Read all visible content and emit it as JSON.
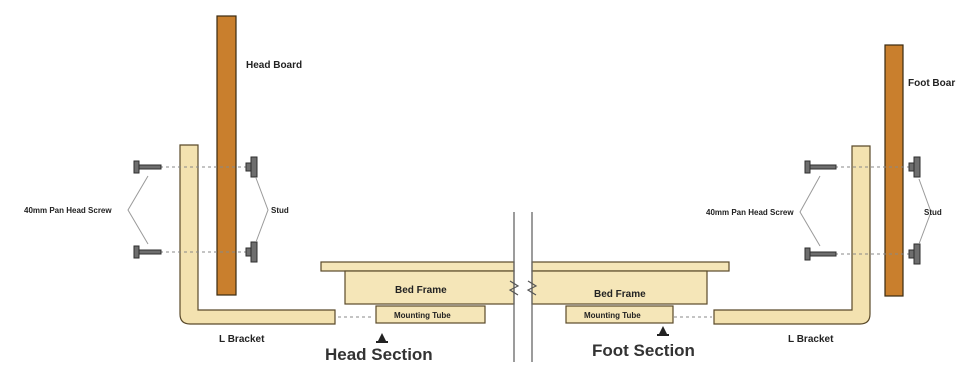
{
  "labels": {
    "head_board": "Head Board",
    "foot_board": "Foot Boar",
    "screw_left": "40mm Pan Head Screw",
    "screw_right": "40mm Pan Head Screw",
    "stud_left": "Stud",
    "stud_right": "Stud",
    "bracket_left": "L Bracket",
    "bracket_right": "L Bracket",
    "bed_frame_left": "Bed Frame",
    "bed_frame_right": "Bed Frame",
    "mounting_tube_left": "Mounting Tube",
    "mounting_tube_right": "Mounting Tube",
    "head_section": "Head Section",
    "foot_section": "Foot Section"
  },
  "colors": {
    "board": "#c97f2d",
    "bracket": "#f3e2b0",
    "frame": "#f5e6b8",
    "screw": "#6e6e6e"
  }
}
